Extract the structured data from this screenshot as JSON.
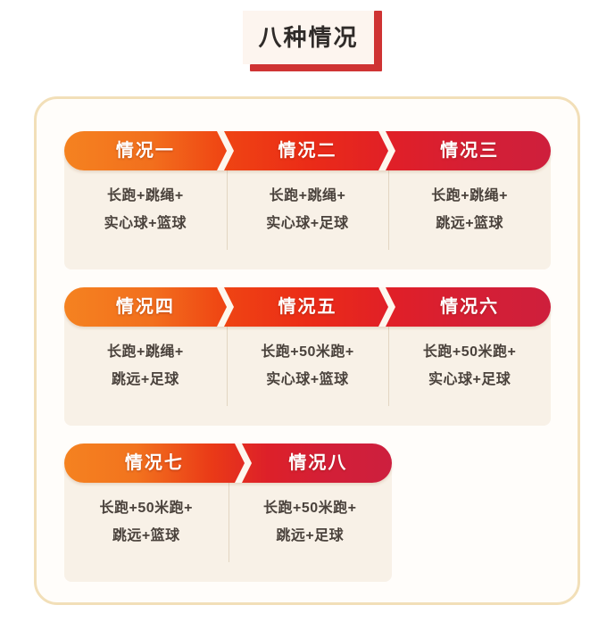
{
  "title": {
    "text": "八种情况",
    "accent_color": "#cf3333",
    "box_background": "#fdf5ef",
    "text_color": "#2f2b29"
  },
  "card": {
    "border_color": "#f2dfb8",
    "background": "#fffdfa",
    "panel_background": "#f8f1e7",
    "divider_color": "#e2d5c2"
  },
  "banner_colors": {
    "start": "#f58220",
    "middle": "#ea2f17",
    "end": "#ce1f3c",
    "notch": "#fdf7ee",
    "label_color": "#ffffff"
  },
  "groups": [
    {
      "id": "group-1",
      "segments": [
        {
          "label": "情况一"
        },
        {
          "label": "情况二"
        },
        {
          "label": "情况三"
        }
      ],
      "cells": [
        {
          "line1": "长跑+跳绳+",
          "line2": "实心球+篮球"
        },
        {
          "line1": "长跑+跳绳+",
          "line2": "实心球+足球"
        },
        {
          "line1": "长跑+跳绳+",
          "line2": "跳远+篮球"
        }
      ]
    },
    {
      "id": "group-2",
      "segments": [
        {
          "label": "情况四"
        },
        {
          "label": "情况五"
        },
        {
          "label": "情况六"
        }
      ],
      "cells": [
        {
          "line1": "长跑+跳绳+",
          "line2": "跳远+足球"
        },
        {
          "line1": "长跑+50米跑+",
          "line2": "实心球+篮球"
        },
        {
          "line1": "长跑+50米跑+",
          "line2": "实心球+足球"
        }
      ]
    },
    {
      "id": "group-3",
      "segments": [
        {
          "label": "情况七"
        },
        {
          "label": "情况八"
        }
      ],
      "cells": [
        {
          "line1": "长跑+50米跑+",
          "line2": "跳远+篮球"
        },
        {
          "line1": "长跑+50米跑+",
          "line2": "跳远+足球"
        }
      ]
    }
  ]
}
